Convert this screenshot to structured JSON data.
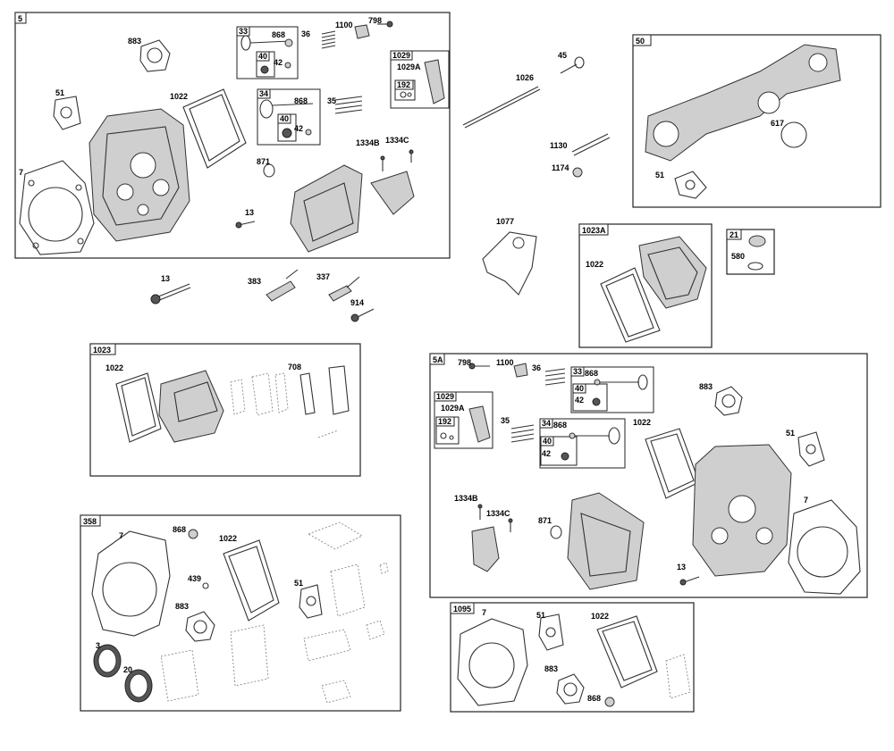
{
  "kits": {
    "k5": "5",
    "k50": "50",
    "k1023A": "1023A",
    "k21": "21",
    "k1023": "1023",
    "k5A": "5A",
    "k358": "358",
    "k1095": "1095"
  },
  "subkits": {
    "s33": "33",
    "s40a": "40",
    "s1029a": "1029",
    "s192a": "192",
    "s34a": "34",
    "s40b": "40",
    "s1029b": "1029",
    "s192b": "192",
    "s33b": "33",
    "s40c": "40",
    "s34b": "34",
    "s40d": "40"
  },
  "labels": {
    "l883a": "883",
    "l51a": "51",
    "l1022a": "1022",
    "l7a": "7",
    "l868a": "868",
    "l42a": "42",
    "l36a": "36",
    "l1100a": "1100",
    "l798a": "798",
    "l1029Aa": "1029A",
    "l868b": "868",
    "l35a": "35",
    "l42b": "42",
    "l1334Ba": "1334B",
    "l1334Ca": "1334C",
    "l871a": "871",
    "l13a": "13",
    "l1026": "1026",
    "l45": "45",
    "l1130": "1130",
    "l1174": "1174",
    "l617": "617",
    "l51b": "51",
    "l1077": "1077",
    "l1022b": "1022",
    "l580": "580",
    "l13b": "13",
    "l383": "383",
    "l337": "337",
    "l914": "914",
    "l1022c": "1022",
    "l708": "708",
    "l798b": "798",
    "l1100b": "1100",
    "l36b": "36",
    "l868c": "868",
    "l42c": "42",
    "l883b": "883",
    "l1029Ab": "1029A",
    "l35b": "35",
    "l868d": "868",
    "l42d": "42",
    "l1022d": "1022",
    "l51c": "51",
    "l7b": "7",
    "l1334Bb": "1334B",
    "l1334Cb": "1334C",
    "l871b": "871",
    "l13c": "13",
    "l7c": "7",
    "l868e": "868",
    "l1022e": "1022",
    "l439": "439",
    "l51d": "51",
    "l883c": "883",
    "l3": "3",
    "l20": "20",
    "l7d": "7",
    "l51e": "51",
    "l1022f": "1022",
    "l883d": "883",
    "l868f": "868"
  }
}
